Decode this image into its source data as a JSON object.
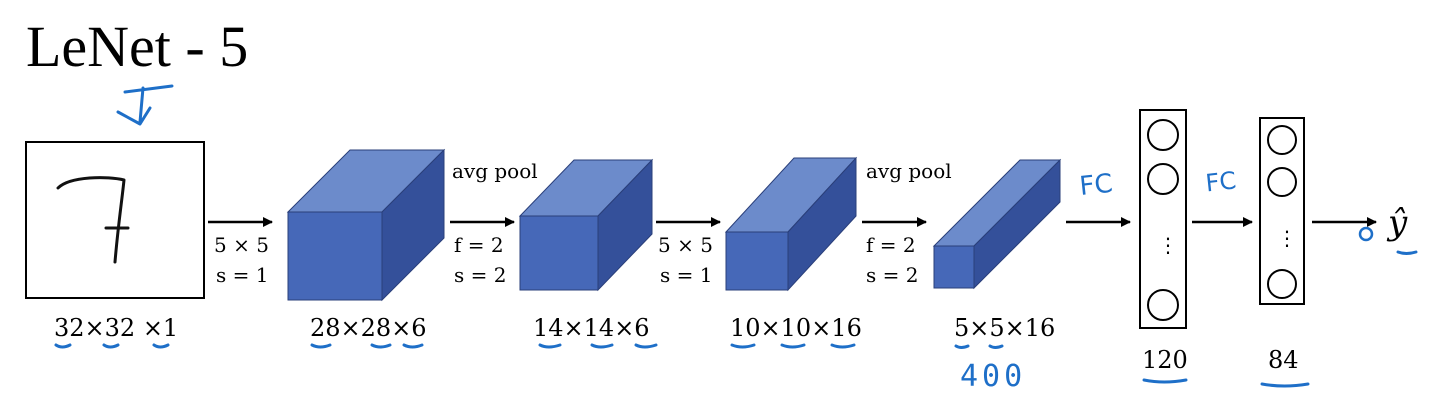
{
  "title": "LeNet - 5",
  "colors": {
    "cube_front": "#4668B8",
    "cube_top": "#6C8BCB",
    "cube_side": "#34509A",
    "ink": "#000000",
    "annotation": "#1E6FC8"
  },
  "input": {
    "digit": "7",
    "dims": "32×32 ×1"
  },
  "layers": [
    {
      "dims": "28×28×6"
    },
    {
      "dims": "14×14×6"
    },
    {
      "dims": "10×10×16"
    },
    {
      "dims": "5×5×16",
      "note": "400"
    }
  ],
  "ops": [
    {
      "heading": "",
      "line1": "5 × 5",
      "line2": "s = 1"
    },
    {
      "heading": "avg pool",
      "line1": "f = 2",
      "line2": "s = 2"
    },
    {
      "heading": "",
      "line1": "5 × 5",
      "line2": "s = 1"
    },
    {
      "heading": "avg pool",
      "line1": "f = 2",
      "line2": "s = 2"
    }
  ],
  "fc_layers": [
    {
      "size": "120",
      "note": "FC",
      "ellipsis": "⋮"
    },
    {
      "size": "84",
      "note": "FC",
      "ellipsis": "⋮"
    }
  ],
  "output": {
    "label": "ŷ"
  }
}
